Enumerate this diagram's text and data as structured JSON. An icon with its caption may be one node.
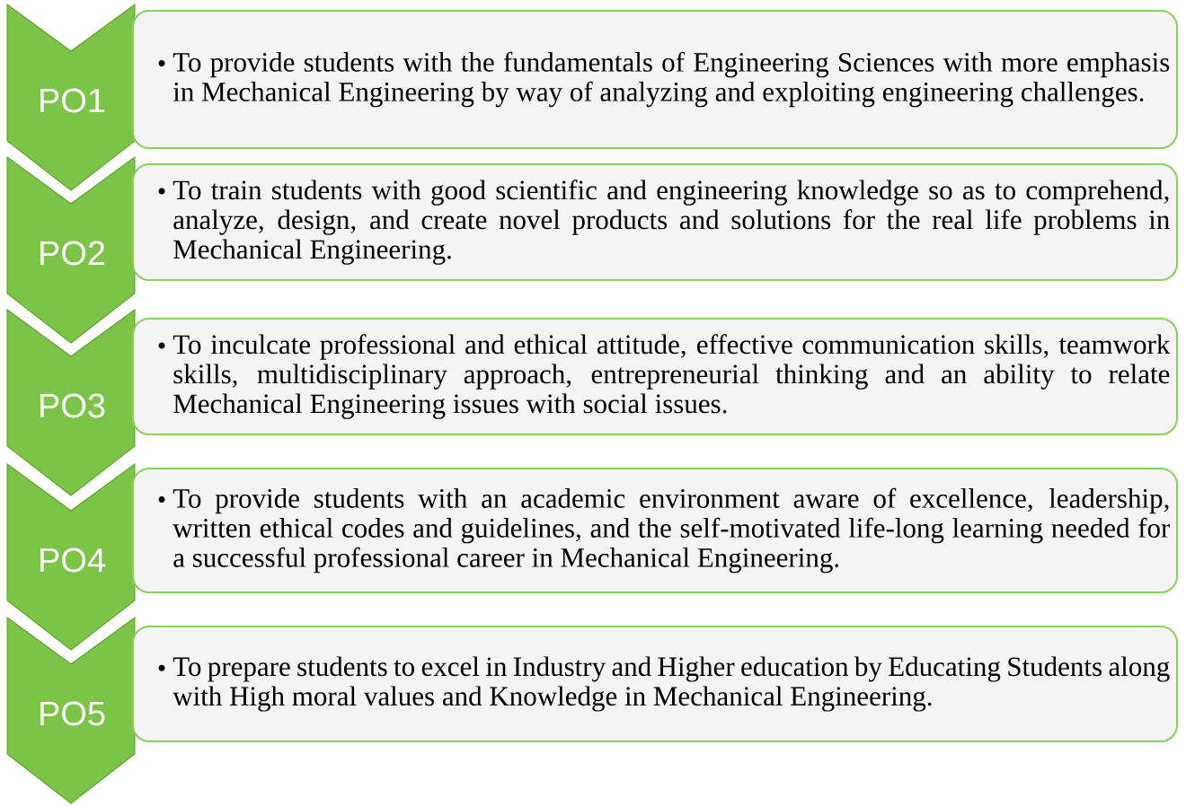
{
  "diagram": {
    "nodes": [
      {
        "text": [
          "PO1"
        ]
      },
      {
        "text": [
          "To provide students with the fundamentals of Engineering Sciences with more emphasis in Mechanical Engineering by way of analyzing and exploiting engineering challenges."
        ]
      },
      {
        "text": [
          "PO2"
        ]
      },
      {
        "text": [
          "To train students with good scientific and engineering knowledge so as to comprehend, analyze, design, and create novel products and solutions for the real life problems in Mechanical Engineering."
        ]
      },
      {
        "text": [
          "PO3"
        ]
      },
      {
        "text": [
          "To inculcate professional and ethical attitude, effective communication skills, teamwork skills, multidisciplinary approach, entrepreneurial thinking and an ability to relate Mechanical Engineering issues with social issues."
        ]
      },
      {
        "text": [
          "PO4"
        ]
      },
      {
        "text": [
          "To provide students with an academic environment aware of excellence, leadership, written ethical codes and guidelines, and the self-motivated life-long learning needed for a successful professional career in Mechanical Engineering."
        ]
      },
      {
        "text": [
          "PO5"
        ]
      },
      {
        "text": [
          "To prepare students to excel in Industry and Higher education by Educating Students along with High moral values and Knowledge in Mechanical Engineering."
        ]
      }
    ]
  }
}
